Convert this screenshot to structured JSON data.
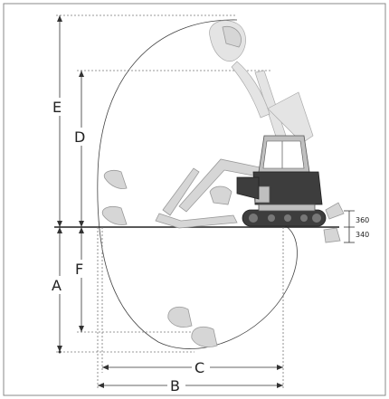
{
  "labels": {
    "E": "E",
    "D": "D",
    "A": "A",
    "F": "F",
    "C": "C",
    "B": "B"
  },
  "blade": {
    "raise": "360",
    "lower": "340"
  }
}
